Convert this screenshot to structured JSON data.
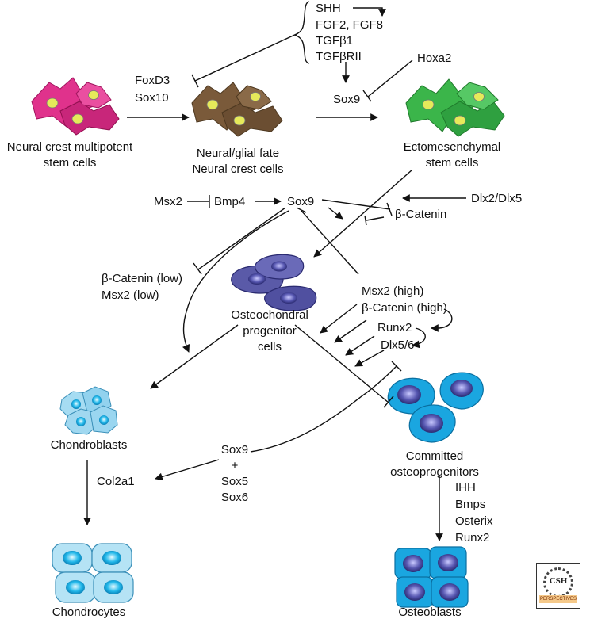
{
  "stages": {
    "neural_crest": [
      "Neural crest multipotent",
      "stem cells"
    ],
    "glial_fate": [
      "Neural/glial fate",
      "Neural crest cells"
    ],
    "ectomesenchymal": [
      "Ectomesenchymal",
      "stem cells"
    ],
    "osteochondral": [
      "Osteochondral",
      "progenitor",
      "cells"
    ],
    "chondroblasts": "Chondroblasts",
    "chondrocytes": "Chondrocytes",
    "committed": [
      "Committed",
      "osteoprogenitors"
    ],
    "osteoblasts": "Osteoblasts"
  },
  "factors": {
    "top_group": [
      "SHH",
      "FGF2, FGF8",
      "TGFβ1",
      "TGFβRII"
    ],
    "foxd3": "FoxD3",
    "sox10": "Sox10",
    "sox9_top": "Sox9",
    "hoxa2": "Hoxa2",
    "msx2": "Msx2",
    "bmp4": "Bmp4",
    "sox9_mid": "Sox9",
    "dlx2_dlx5": "Dlx2/Dlx5",
    "beta_catenin": "β-Catenin",
    "beta_catenin_low": "β-Catenin (low)",
    "msx2_low": "Msx2 (low)",
    "msx2_high": "Msx2 (high)",
    "beta_catenin_high": "β-Catenin (high)",
    "runx2_mid": "Runx2",
    "dlx56": "Dlx5/6",
    "sox_combo": [
      "Sox9",
      "+",
      "Sox5",
      "Sox6"
    ],
    "col2a1": "Col2a1",
    "osteo_factors": [
      "IHH",
      "Bmps",
      "Osterix",
      "Runx2"
    ]
  },
  "logo": {
    "text": "CSH",
    "band": "PERSPECTIVES"
  },
  "colors": {
    "neural_crest": "#e0328c",
    "glial": "#7a5a3a",
    "ectomesenchymal": "#3bb54a",
    "osteochondral": "#4a4a9a",
    "chondro": "#8fd0ee",
    "osteo": "#1aa6e0",
    "nucleus_yellow": "#e6ea5a"
  }
}
